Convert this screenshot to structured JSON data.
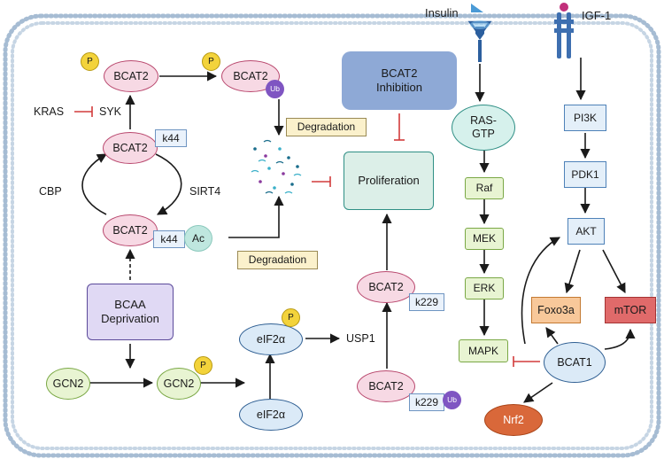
{
  "labels": {
    "insulin": "Insulin",
    "igf1": "IGF-1",
    "p": "P",
    "ub": "Ub",
    "ac": "Ac",
    "bcat2": "BCAT2",
    "bcat1": "BCAT1",
    "k44": "k44",
    "k229": "k229",
    "kras": "KRAS",
    "syk": "SYK",
    "cbp": "CBP",
    "sirt4": "SIRT4",
    "degradation": "Degradation",
    "bcat2_inhibition": "BCAT2\nInhibition",
    "proliferation": "Proliferation",
    "bcaa_deprivation": "BCAA\nDeprivation",
    "gcn2": "GCN2",
    "eif2a": "eIF2α",
    "usp1": "USP1",
    "ras_gtp": "RAS-\nGTP",
    "raf": "Raf",
    "mek": "MEK",
    "erk": "ERK",
    "mapk": "MAPK",
    "pi3k": "PI3K",
    "pdk1": "PDK1",
    "akt": "AKT",
    "foxo3a": "Foxo3a",
    "mtor": "mTOR",
    "nrf2": "Nrf2"
  },
  "colors": {
    "membrane": "#9fb7cf",
    "inhibition": "#d23b3b",
    "bcat2_fill": "#f7d9e4",
    "inhibition_box": "#8ea9d6",
    "proliferation_box": "#dcefe8",
    "deprivation_box": "#e0d9f4",
    "foxo3a_fill": "#f8c89a",
    "mtor_fill": "#e06a6a",
    "nrf2_fill": "#d9683a"
  }
}
